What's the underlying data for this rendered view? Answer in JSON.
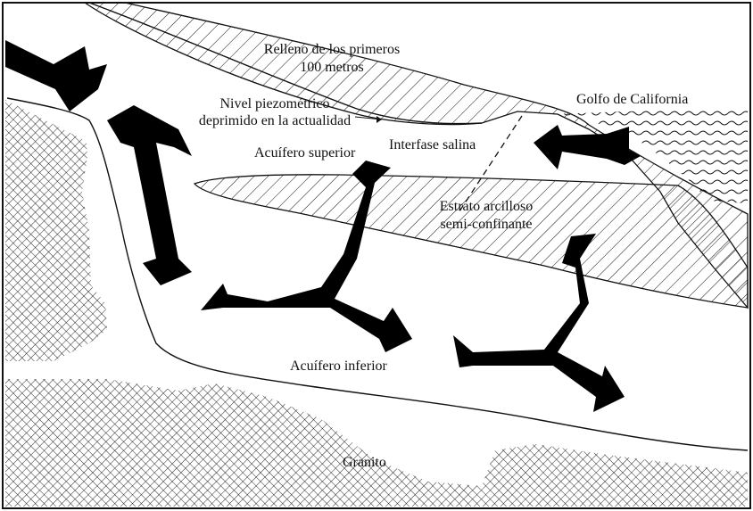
{
  "labels": {
    "fill_line1": "Relleno de los primeros",
    "fill_line2": "100 metros",
    "gulf": "Golfo de California",
    "piezo_line1": "Nivel piezométrico",
    "piezo_line2": "deprimido en la actualidad",
    "saline_interface": "Interfase salina",
    "upper_aquifer": "Acuífero superior",
    "clay_line1": "Estrato arcilloso",
    "clay_line2": "semi-confinante",
    "lower_aquifer": "Acuífero inferior",
    "granite": "Granito"
  },
  "colors": {
    "ink": "#111111",
    "background": "#ffffff"
  }
}
